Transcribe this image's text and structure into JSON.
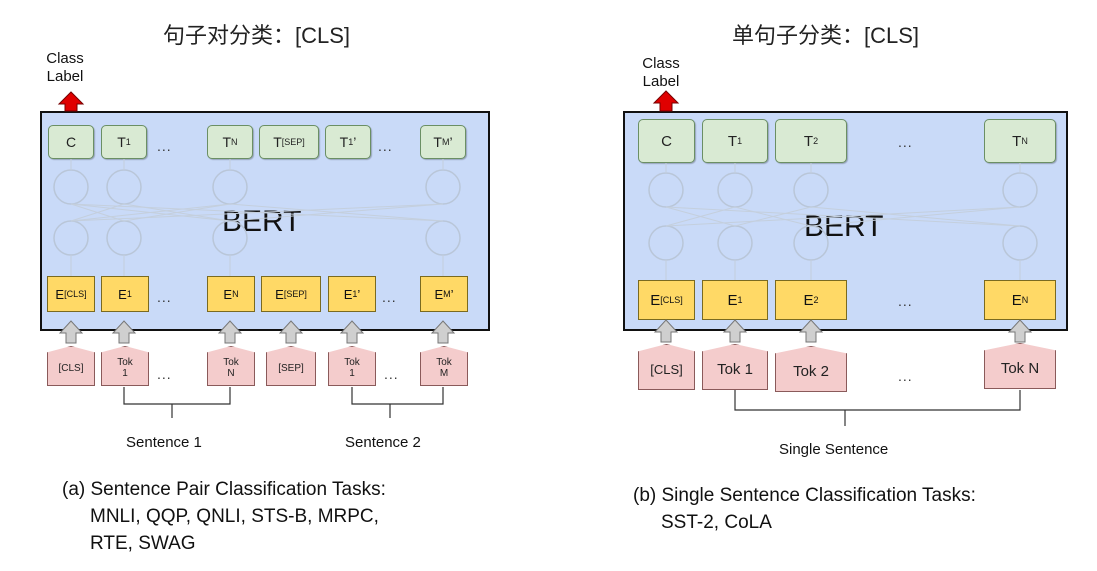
{
  "left": {
    "title": "句子对分类：[CLS]",
    "class_label_line1": "Class",
    "class_label_line2": "Label",
    "bert_label": "BERT",
    "outputs": [
      {
        "main": "C",
        "sub": ""
      },
      {
        "main": "T",
        "sub": "1"
      },
      {
        "main": "T",
        "sub": "N"
      },
      {
        "main": "T",
        "sub": "[SEP]"
      },
      {
        "main": "T",
        "sub": "1",
        "prime": "’"
      },
      {
        "main": "T",
        "sub": "M",
        "prime": "’"
      }
    ],
    "embeddings": [
      {
        "main": "E",
        "sub": "[CLS]"
      },
      {
        "main": "E",
        "sub": "1"
      },
      {
        "main": "E",
        "sub": "N"
      },
      {
        "main": "E",
        "sub": "[SEP]"
      },
      {
        "main": "E",
        "sub": "1",
        "prime": "’"
      },
      {
        "main": "E",
        "sub": "M",
        "prime": "’"
      }
    ],
    "tokens": [
      {
        "line1": "[CLS]",
        "line2": ""
      },
      {
        "line1": "Tok",
        "line2": "1"
      },
      {
        "line1": "Tok",
        "line2": "N"
      },
      {
        "line1": "[SEP]",
        "line2": ""
      },
      {
        "line1": "Tok",
        "line2": "1"
      },
      {
        "line1": "Tok",
        "line2": "M"
      }
    ],
    "ellipsis": "...",
    "sentence1": "Sentence 1",
    "sentence2": "Sentence 2",
    "caption_line1": "(a) Sentence Pair Classification Tasks:",
    "caption_line2": "MNLI, QQP, QNLI, STS-B, MRPC,",
    "caption_line3": "RTE, SWAG"
  },
  "right": {
    "title": "单句子分类：[CLS]",
    "class_label_line1": "Class",
    "class_label_line2": "Label",
    "bert_label": "BERT",
    "outputs": [
      {
        "main": "C",
        "sub": ""
      },
      {
        "main": "T",
        "sub": "1"
      },
      {
        "main": "T",
        "sub": "2"
      },
      {
        "main": "T",
        "sub": "N"
      }
    ],
    "embeddings": [
      {
        "main": "E",
        "sub": "[CLS]"
      },
      {
        "main": "E",
        "sub": "1"
      },
      {
        "main": "E",
        "sub": "2"
      },
      {
        "main": "E",
        "sub": "N"
      }
    ],
    "tokens": [
      {
        "label": "[CLS]"
      },
      {
        "label": "Tok 1"
      },
      {
        "label": "Tok 2"
      },
      {
        "label": "Tok N"
      }
    ],
    "ellipsis": "...",
    "single_sentence": "Single Sentence",
    "caption_line1": "(b) Single Sentence Classification Tasks:",
    "caption_line2": "SST-2, CoLA"
  },
  "colors": {
    "bert_bg": "#c9daf8",
    "output_bg": "#d9ead3",
    "embedding_bg": "#ffd966",
    "token_bg": "#f4cccc",
    "arrow_red": "#e00000",
    "arrow_gray": "#cccccc"
  }
}
